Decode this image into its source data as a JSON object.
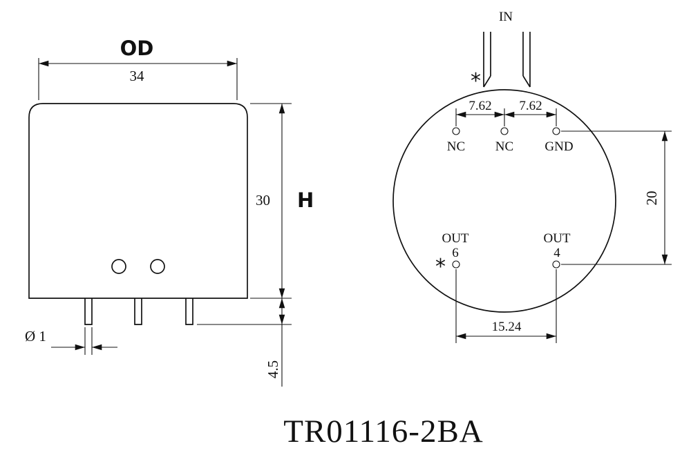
{
  "title": "TR01116-2BA",
  "side_view": {
    "width_label": "OD",
    "width_value": "34",
    "height_value": "30",
    "height_label": "H",
    "pin_diameter": "Ø 1",
    "pin_length": "4.5"
  },
  "bottom_view": {
    "top_label": "IN",
    "polarity_mark_top": "*",
    "pitch_left": "7.62",
    "pitch_right": "7.62",
    "pin_nc1_label": "NC",
    "pin_nc2_label": "NC",
    "pin_gnd_label": "GND",
    "out6_label": "OUT",
    "out6_number": "6",
    "out4_label": "OUT",
    "out4_number": "4",
    "polarity_mark_out": "*",
    "row_pitch": "20",
    "out_pitch": "15.24"
  }
}
